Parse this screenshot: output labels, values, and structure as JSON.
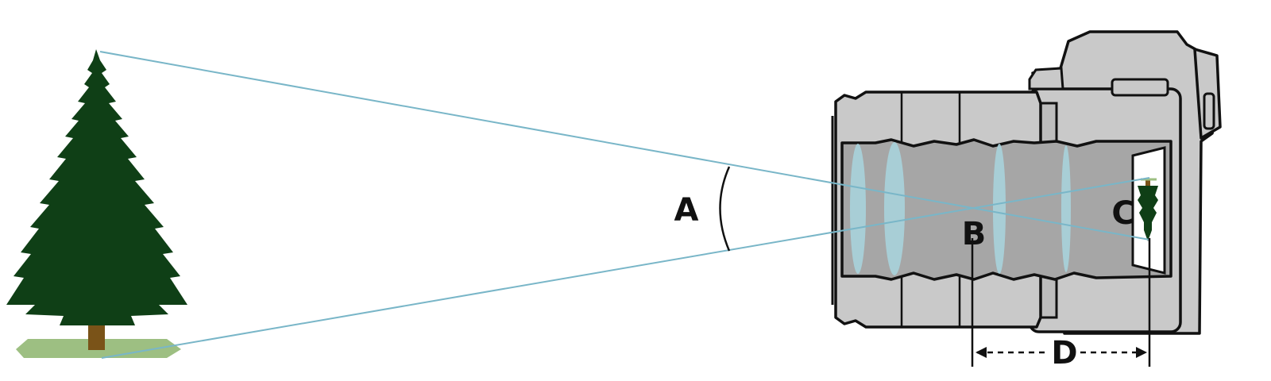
{
  "labels": {
    "a": "A",
    "b": "B",
    "c": "C",
    "d": "D"
  },
  "colors": {
    "tree": "#0f3f16",
    "trunk": "#7a5318",
    "grass": "#9dbf82",
    "camera_body": "#c9c9c9",
    "camera_inner": "#a6a6a6",
    "camera_outline": "#111111",
    "lens_element": "#a9d3dc",
    "light_ray": "#79b6c8",
    "sensor": "#ffffff"
  },
  "icons": {
    "subject": "tree-icon",
    "camera": "camera-icon",
    "projected_image": "inverted-tree-icon"
  }
}
